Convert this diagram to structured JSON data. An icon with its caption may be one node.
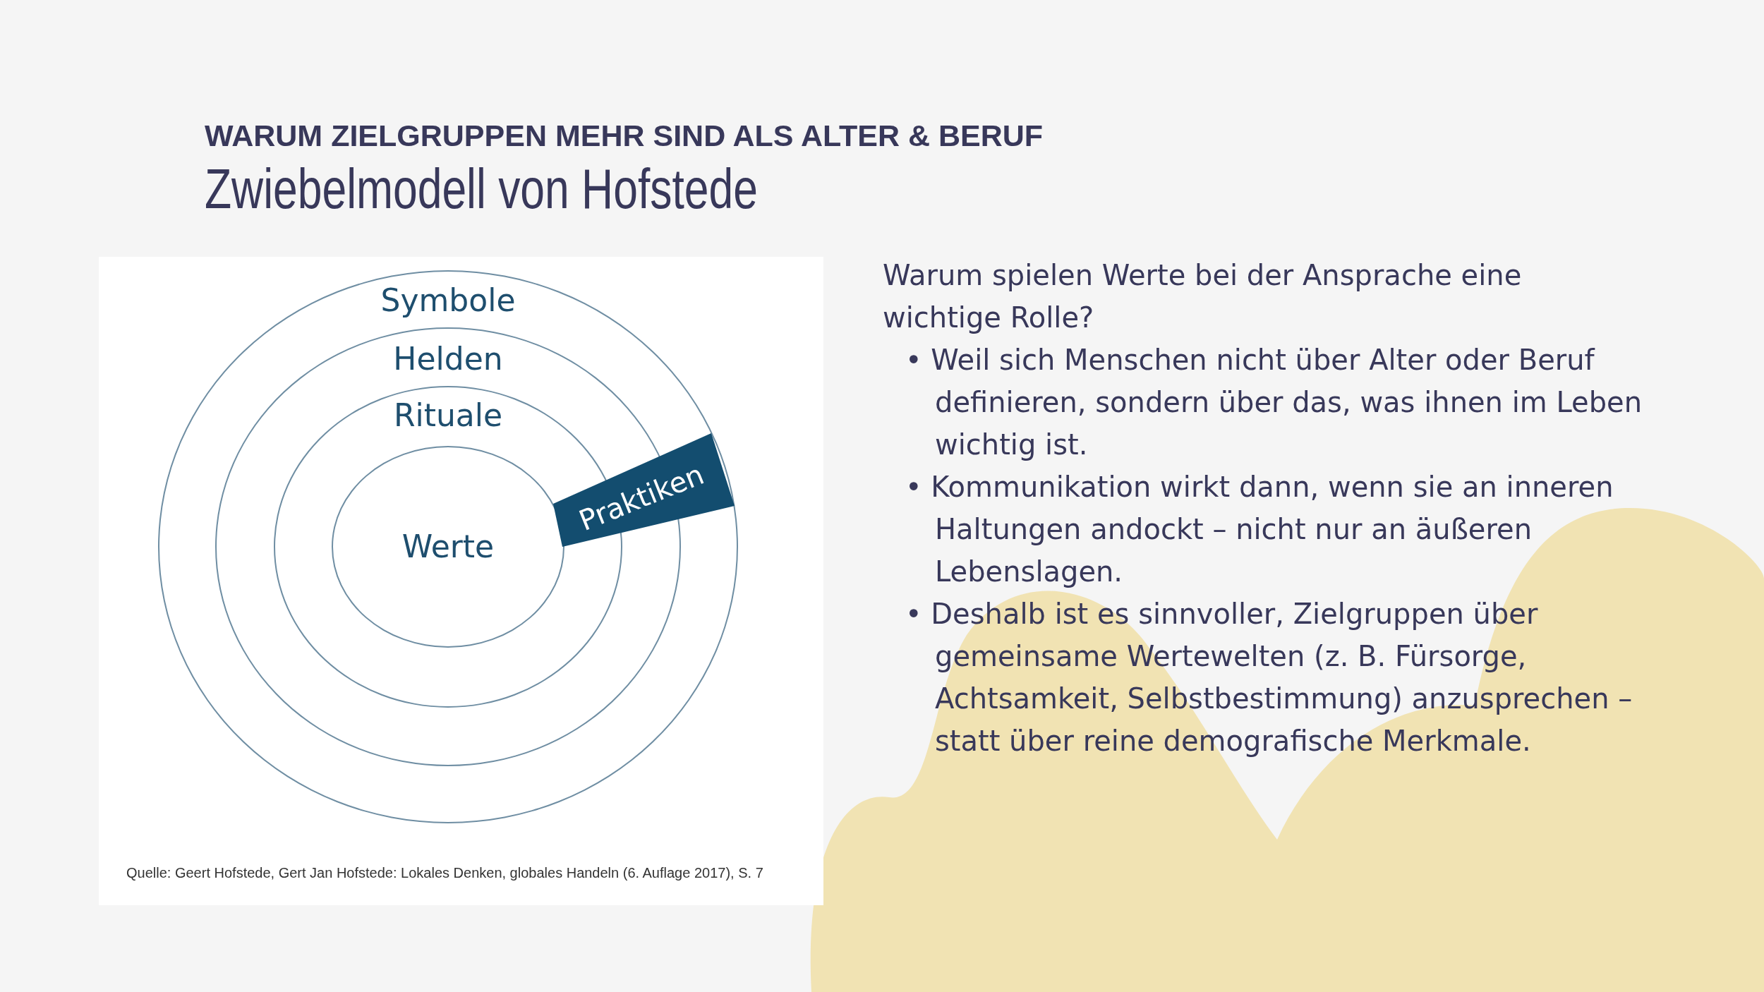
{
  "diagram": {
    "title": "Zwiebelmodell von Hofstede",
    "nodes": [
      {
        "text": [
          "Symbole"
        ]
      },
      {
        "text": [
          "Helden"
        ],
        "in": 0
      },
      {
        "text": [
          "Rituale"
        ],
        "in": 1
      },
      {
        "text": [
          "Werte"
        ],
        "in": 2
      },
      {
        "text": [
          "Praktiken"
        ],
        "in": 0
      }
    ],
    "edges": [],
    "labels": [
      "WARUM ZIELGRUPPEN MEHR SIND ALS ALTER & BERUF",
      "Warum spielen Werte bei der Ansprache eine wichtige Rolle?",
      "• Weil sich Menschen nicht über Alter oder Beruf definieren, sondern über das, was ihnen im Leben wichtig ist.",
      "• Kommunikation wirkt dann, wenn sie an inneren Haltungen andockt – nicht nur an äußeren Lebenslagen.",
      "• Deshalb ist es sinnvoller, Zielgruppen über gemeinsame Wertewelten (z. B. Fürsorge, Achtsamkeit, Selbstbestimmung) anzusprechen – statt über reine demografische Merkmale.",
      "Quelle: Geert Hofstede, Gert Jan Hofstede: Lokales Denken, globales Handeln (6. Auflage 2017), S. 7"
    ]
  }
}
